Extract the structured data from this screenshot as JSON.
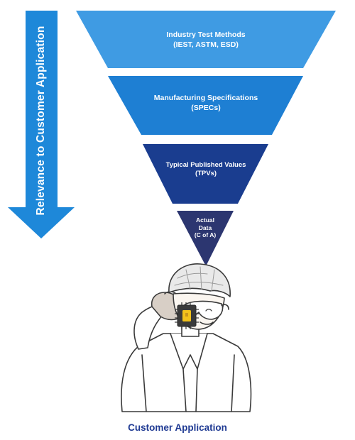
{
  "arrow": {
    "label": "Relevance to Customer Application",
    "color": "#1e88d9"
  },
  "funnel": {
    "tiers": [
      {
        "line1": "Industry Test Methods",
        "line2": "(IEST, ASTM, ESD)",
        "color": "#3f9be3"
      },
      {
        "line1": "Manufacturing Specifications",
        "line2": "(SPECs)",
        "color": "#1e7fd3"
      },
      {
        "line1": "Typical Published Values",
        "line2": "(TPVs)",
        "color": "#1a3d8f"
      },
      {
        "line1": "Actual",
        "line2": "Data",
        "line3": "(C of A)",
        "color": "#2c3670"
      }
    ]
  },
  "illustration": {
    "icon": "scientist-holding-chip-icon"
  },
  "caption": "Customer Application"
}
